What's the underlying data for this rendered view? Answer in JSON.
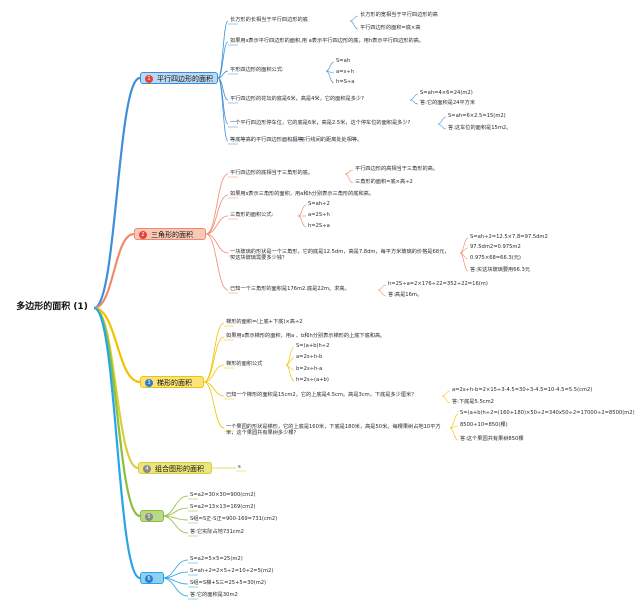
{
  "root": {
    "title": "多边形的面积 (1)"
  },
  "colors": {
    "blue": "#3d8fd9",
    "salmon": "#f08a6c",
    "yellow": "#f3c200",
    "olive": "#d9cf3a",
    "green": "#8dbf3a",
    "cyan": "#27a6e6",
    "badge_red": "#e5423a",
    "badge_gray": "#8a8a8a",
    "badge_blue": "#2d7fd1"
  },
  "branches": [
    {
      "label": "平行四边形的面积",
      "num": "1",
      "children": [
        {
          "text": "长方形的长相当于平行四边形的底",
          "sub": [
            "长方形的宽相当于平行四边形的高",
            "平行四边形的面积=底×高"
          ]
        },
        {
          "text": "如果用s表示平行四边形的面积,用 a表示平行四边形的底，用h表示平行四边形的高。"
        },
        {
          "text": "平形四边形的面积公式:",
          "sub": [
            "S=ah",
            "a=s÷h",
            "h=S÷a"
          ]
        },
        {
          "text": "平行四边形的花坛的底是6米，高是4米，它的面积是多少?",
          "sub": [
            "S=ah=4×6=24(m2)",
            "答:它的面积是24平方米"
          ]
        },
        {
          "text": "一个平行四边形停车位，它的底是6米，高是2.5米，这个停车位的面积是多少?",
          "sub": [
            "S=ah=6×2.5=15(m2)",
            "答:这车位的面积是15m2。"
          ]
        },
        {
          "text": "等底等高的平行四边形面积相等。",
          "sub": [
            "平行线间的距离处处相等。"
          ]
        }
      ]
    },
    {
      "label": "三角形的面积",
      "num": "2",
      "children": [
        {
          "text": "平行四边形的底相当于三角形的底。",
          "sub": [
            "平行四边形的高相当于三角形的高。",
            "三角形的面积=底×高÷2"
          ]
        },
        {
          "text": "如果用s表示三角形的面积，用a和h分别表示三角形的底和高。"
        },
        {
          "text": "三角形的面积公式:",
          "sub": [
            "S=ah÷2",
            "a=2S÷h",
            "h=2S÷a"
          ]
        },
        {
          "text": "一块玻璃的形状是一个三角形，它的底是12.5dm，高是7.8dm，每平方米玻璃的价格是68元，买这块玻璃需要多少钱？",
          "sub": [
            "S=ah÷2=12.5×7.8=97.5dm2",
            "97.5dm2=0.975m2",
            "0.975×68=66.3(元)",
            "答:买这块玻璃要用66.3元"
          ]
        },
        {
          "text": "已知一个三角形的面积是176m2.底是22m。求高。",
          "sub": [
            "h=2S÷a=2×176÷22=352÷22=16(m)",
            "答:高是16m。"
          ]
        }
      ]
    },
    {
      "label": "梯形的面积",
      "num": "3",
      "children": [
        {
          "text": "梯形的面积=(上底+下底)×高÷2"
        },
        {
          "text": "如果用s表示梯形的面积，用a 、b和h分别表示梯形的上底下底和高。"
        },
        {
          "text": "梯形的面积公式",
          "sub": [
            "S=(a+b)h÷2",
            "a=2s÷h-b",
            "b=2s÷h-a",
            "h=2s÷(a+b)"
          ]
        },
        {
          "text": "已知一个梯形的面积是15cm2，它的上底是4.5cm。高是3cm，下底是多少厘米？",
          "sub": [
            "a=2s÷h-b=2×15÷3-4.5=30÷3-4.5=10-4.5=5.5(cm2)",
            "答:下底是5.5cm2"
          ]
        },
        {
          "text": "一个果园的形状是梯形，它的上底是160米，下底是180米，高是50米。每棵果树占地10平方米，这个果园共有果树多少棵？",
          "sub": [
            "S=(a+b)h÷2=(160+180)×50÷2=340x50÷2=17000÷2=8500(m2)",
            "8500÷10=850(棵)",
            "答:这个果园共有果树850棵"
          ]
        }
      ]
    },
    {
      "label": "组合图形的面积",
      "num": "4",
      "children": [
        {
          "text": "s"
        }
      ]
    },
    {
      "label": "5",
      "num": "5",
      "children": [
        {
          "text": "S=a2=30×30=900(cm2)"
        },
        {
          "text": "S=a2=13×13=169(cm2)"
        },
        {
          "text": "S组=S正-S正=900-169=731(cm2)"
        },
        {
          "text": "答:它实际占地731cm2"
        }
      ]
    },
    {
      "label": "6",
      "num": "6",
      "children": [
        {
          "text": "S=a2=5×5=25(m2)"
        },
        {
          "text": "S=ah÷2=2×5÷2=10÷2=5(m2)"
        },
        {
          "text": "S组=S梯+S三=25+5=30(m2)"
        },
        {
          "text": "答:它的面积是30m2"
        }
      ]
    }
  ]
}
